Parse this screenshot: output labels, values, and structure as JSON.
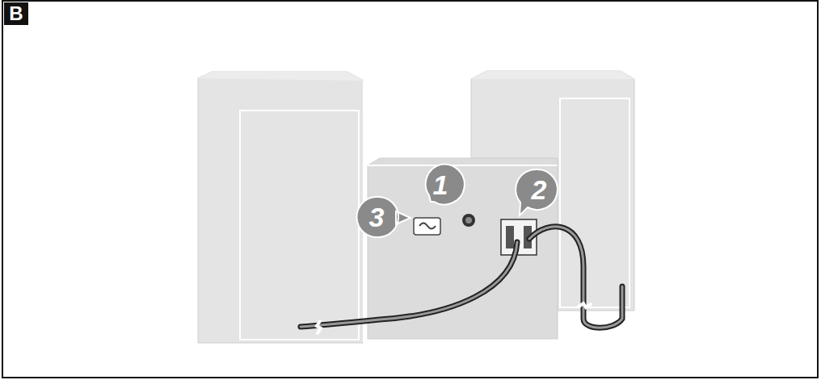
{
  "diagram": {
    "labels": [
      "B",
      "1",
      "2",
      "3"
    ]
  }
}
